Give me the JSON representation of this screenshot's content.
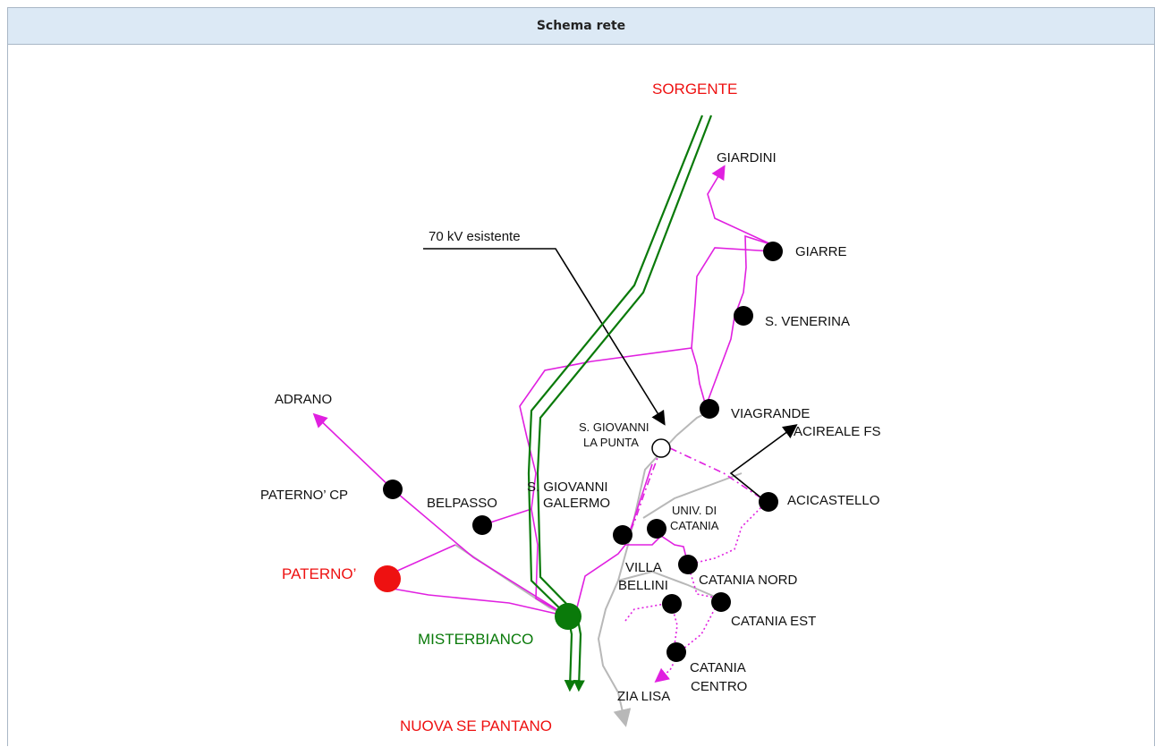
{
  "panel": {
    "title": "Schema rete"
  },
  "diagram": {
    "annotation": "70 kV esistente",
    "nodes": {
      "sorgente": "SORGENTE",
      "giardini": "GIARDINI",
      "giarre": "GIARRE",
      "s_venerina": "S. VENERINA",
      "viagrande": "VIAGRANDE",
      "s_giovanni_la_punta_1": "S. GIOVANNI",
      "s_giovanni_la_punta_2": "LA PUNTA",
      "acireale_fs": "ACIREALE FS",
      "adrano": "ADRANO",
      "paterno_cp": "PATERNO’ CP",
      "belpasso": "BELPASSO",
      "s_giovanni_galermo_1": "S. GIOVANNI",
      "s_giovanni_galermo_2": "GALERMO",
      "univ_catania_1": "UNIV. DI",
      "univ_catania_2": "CATANIA",
      "acicastello": "ACICASTELLO",
      "paterno": "PATERNO’",
      "villa_bellini_1": "VILLA",
      "villa_bellini_2": "BELLINI",
      "catania_nord": "CATANIA NORD",
      "catania_est": "CATANIA EST",
      "misterbianco": "MISTERBIANCO",
      "catania_centro_1": "CATANIA",
      "catania_centro_2": "CENTRO",
      "zia_lisa": "ZIA LISA",
      "nuova_se_pantano": "NUOVA SE PANTANO"
    },
    "colors": {
      "new_line": "#0a7a0a",
      "existing_70kv": "#e020e0",
      "grey_line": "#b8b8b8",
      "node": "#000000",
      "red": "#ee1111"
    }
  }
}
